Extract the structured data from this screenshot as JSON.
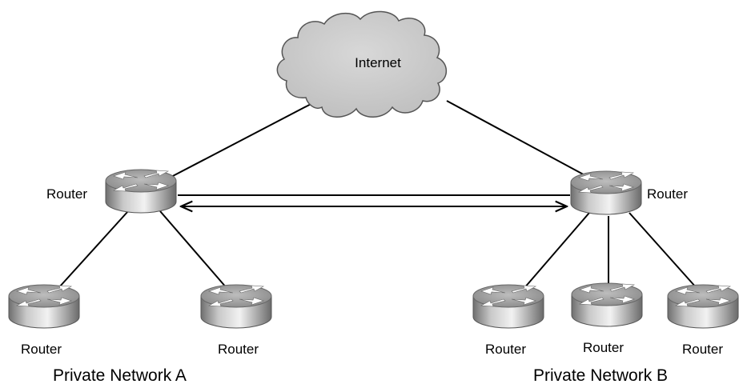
{
  "cloud": {
    "label": "Internet"
  },
  "routers": {
    "a_main": {
      "label": "Router"
    },
    "b_main": {
      "label": "Router"
    },
    "a_left": {
      "label": "Router"
    },
    "a_right": {
      "label": "Router"
    },
    "b_left": {
      "label": "Router"
    },
    "b_mid": {
      "label": "Router"
    },
    "b_right": {
      "label": "Router"
    }
  },
  "networks": {
    "a": {
      "label": "Private Network A"
    },
    "b": {
      "label": "Private Network B"
    }
  },
  "colors": {
    "cloud_fill": "#c8c8c8",
    "router_body": "#9a9a9a",
    "line": "#000000"
  }
}
